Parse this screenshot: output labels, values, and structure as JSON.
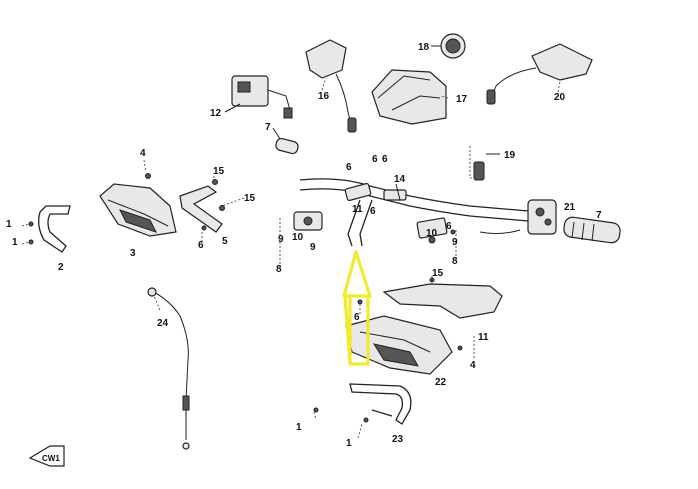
{
  "diagram": {
    "callouts": {
      "c18": "18",
      "c16": "16",
      "c17": "17",
      "c20": "20",
      "c12": "12",
      "c7a": "7",
      "c19": "19",
      "c4a": "4",
      "c15a": "15",
      "c15b": "15",
      "c6a": "6",
      "c6b": "6",
      "c6c": "6",
      "c6d": "6",
      "c6e": "6",
      "c6f": "6",
      "c6g": "6",
      "c14": "14",
      "c11a": "11",
      "c1a": "1",
      "c1b": "1",
      "c3": "3",
      "c5": "5",
      "c9a": "9",
      "c10a": "10",
      "c9b": "9",
      "c9c": "9",
      "c10b": "10",
      "c8a": "8",
      "c8b": "8",
      "c21": "21",
      "c7b": "7",
      "c15c": "15",
      "c2": "2",
      "c24": "24",
      "c11b": "11",
      "c22": "22",
      "c4b": "4",
      "c1c": "1",
      "c1d": "1",
      "c23": "23"
    },
    "badge": "CW1",
    "highlight_color": "#f2ea2c"
  }
}
